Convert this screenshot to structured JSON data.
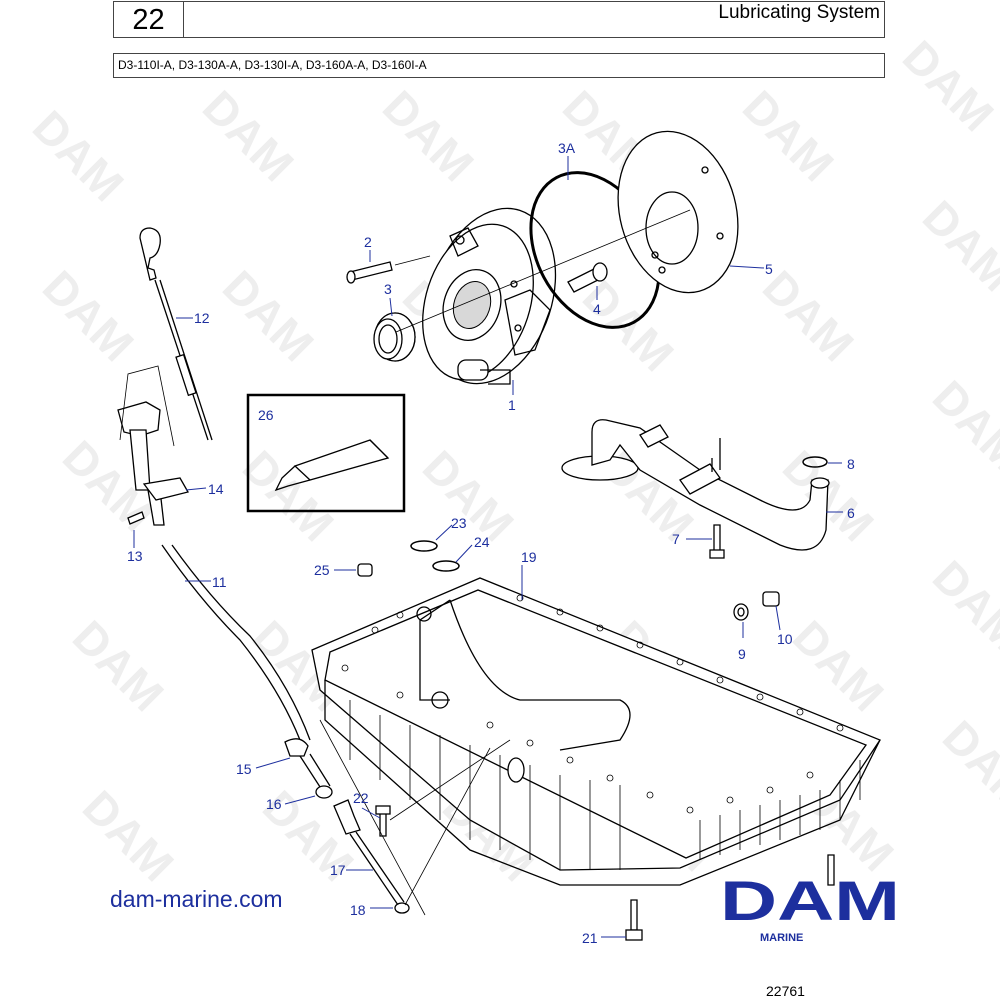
{
  "header": {
    "page_number": "22",
    "title": "Lubricating System",
    "models": "D3-110I-A, D3-130A-A, D3-130I-A, D3-160A-A, D3-160I-A"
  },
  "watermark_text": "DAM",
  "callouts": {
    "c1": "1",
    "c2": "2",
    "c3": "3",
    "c3a": "3A",
    "c4": "4",
    "c5": "5",
    "c6": "6",
    "c7": "7",
    "c8": "8",
    "c9": "9",
    "c10": "10",
    "c11": "11",
    "c12": "12",
    "c13": "13",
    "c14": "14",
    "c15": "15",
    "c16": "16",
    "c17": "17",
    "c18": "18",
    "c19": "19",
    "c21": "21",
    "c22": "22",
    "c23": "23",
    "c24": "24",
    "c25": "25",
    "c26": "26"
  },
  "footer": {
    "website": "dam-marine.com",
    "logo_text": "DAM",
    "logo_subtext": "MARINE",
    "figure_number": "22761"
  },
  "colors": {
    "callout_blue": "#1d2f9e",
    "logo_blue": "#1d2f9e",
    "watermark_grey": "#eeeeee"
  }
}
